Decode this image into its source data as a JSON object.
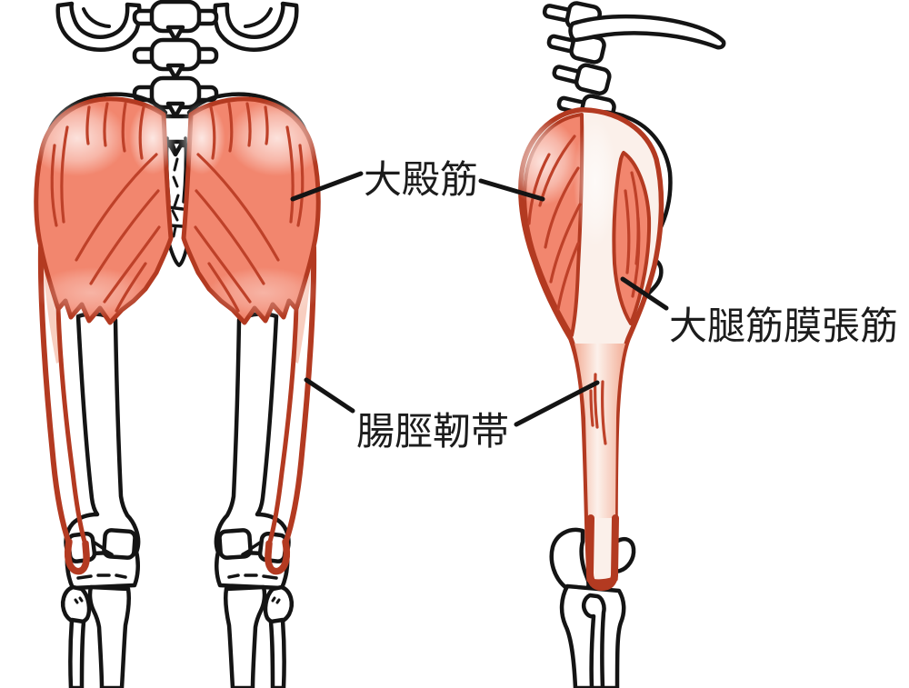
{
  "figure": {
    "background": "#FFFFFF",
    "colors": {
      "background": "#FFFFFF",
      "muscle_fill": "#F2866E",
      "muscle_outline": "#B33A21",
      "striation": "#BE4129",
      "fascia_pale": "#FBF0EA",
      "band_tint": "#F5B49E",
      "bone_fill": "#FFFFFF",
      "bone_outline": "#141414",
      "leader_color": "#141414",
      "label_color": "#1C1C1C"
    },
    "labels": [
      {
        "id": "gluteus-maximus",
        "text": "大殿筋"
      },
      {
        "id": "tensor-fasciae-latae",
        "text": "大腿筋膜張筋"
      },
      {
        "id": "iliotibial-band",
        "text": "腸脛靭帯"
      }
    ]
  }
}
